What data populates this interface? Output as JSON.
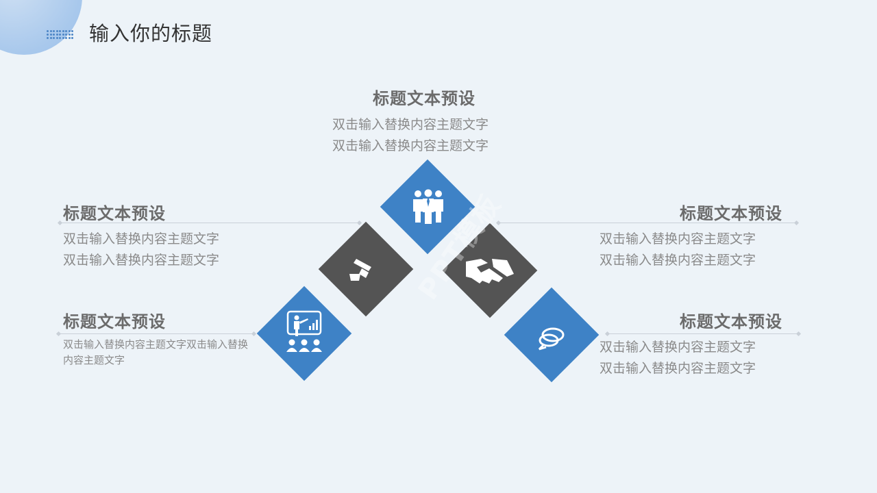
{
  "header": {
    "title": "输入你的标题"
  },
  "top": {
    "title": "标题文本预设",
    "line1": "双击输入替换内容主题文字",
    "line2": "双击输入替换内容主题文字"
  },
  "left_upper": {
    "title": "标题文本预设",
    "line1": "双击输入替换内容主题文字",
    "line2": "双击输入替换内容主题文字"
  },
  "left_lower": {
    "title": "标题文本预设",
    "text": "双击输入替换内容主题文字双击输入替换内容主题文字"
  },
  "right_upper": {
    "title": "标题文本预设",
    "line1": "双击输入替换内容主题文字",
    "line2": "双击输入替换内容主题文字"
  },
  "right_lower": {
    "title": "标题文本预设",
    "line1": "双击输入替换内容主题文字",
    "line2": "双击输入替换内容主题文字"
  },
  "watermark": "PPT模板",
  "icons": {
    "top": "team-icon",
    "left_upper": "hammer-icon",
    "right_upper": "handshake-icon",
    "left_lower": "presentation-icon",
    "right_lower": "chat-bubbles-icon"
  },
  "colors": {
    "accent_blue": "#3e82c6",
    "dark_gray": "#545454",
    "background": "#edf3f8"
  }
}
